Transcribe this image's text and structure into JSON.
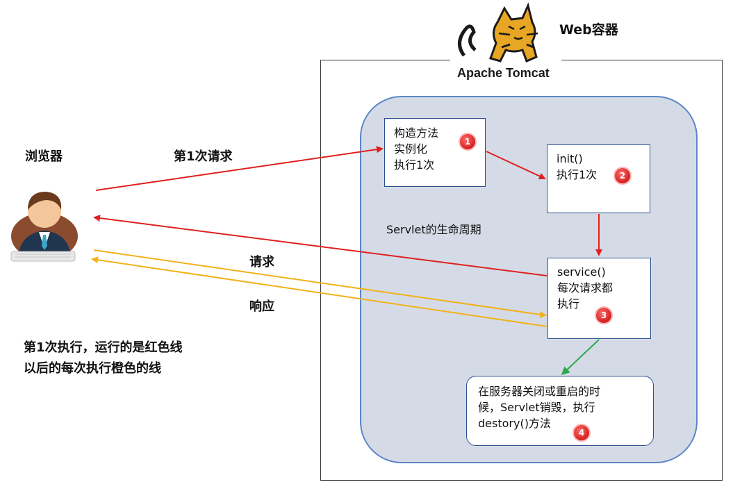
{
  "container_title": "Web容器",
  "tomcat_logo_text": "Apache Tomcat",
  "browser_label": "浏览器",
  "first_request_label": "第1次请求",
  "request_label": "请求",
  "response_label": "响应",
  "lifecycle_label": "Servlet的生命周期",
  "note_lines": [
    "第1次执行，运行的是红色线",
    "以后的每次执行橙色的线"
  ],
  "steps": [
    {
      "badge": "1",
      "lines": [
        "构造方法",
        "实例化",
        "执行1次"
      ]
    },
    {
      "badge": "2",
      "lines": [
        "init()",
        "执行1次"
      ]
    },
    {
      "badge": "3",
      "lines": [
        "service()",
        "每次请求都",
        "执行"
      ]
    },
    {
      "badge": "4",
      "lines": [
        "在服务器关闭或重启的时",
        "候，Servlet销毁，执行",
        "destory()方法"
      ]
    }
  ],
  "colors": {
    "first_run": "#e02020",
    "repeat_run": "#f2b21a",
    "destroy": "#2aa84a",
    "region_fill": "#d5dbe6",
    "region_border": "#5b86c8"
  }
}
